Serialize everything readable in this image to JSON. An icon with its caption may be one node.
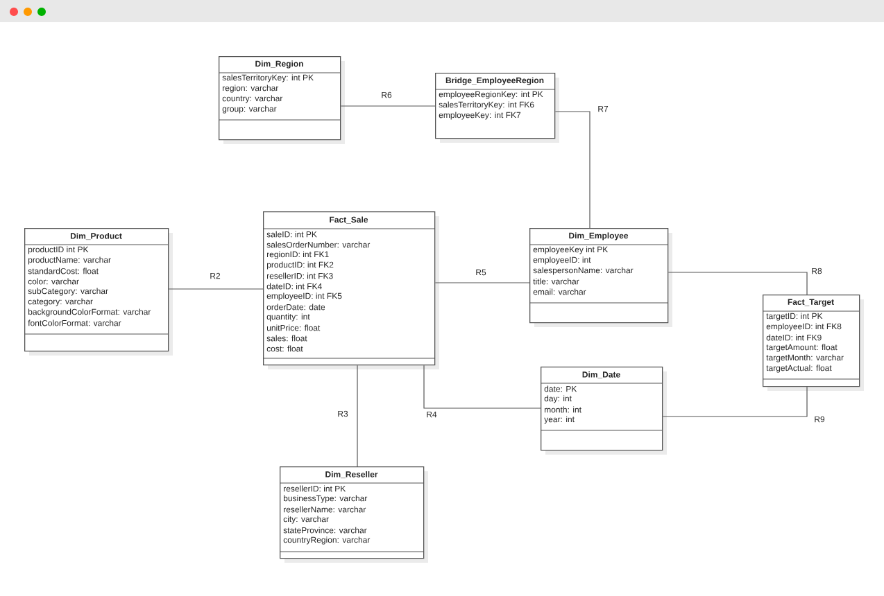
{
  "diagram": {
    "nodes": [
      {
        "text": [
          "Dim_Region",
          "salesTerritoryKey: int PK",
          "region: varchar",
          "country: varchar",
          "group: varchar"
        ]
      },
      {
        "text": [
          "Bridge_EmployeeRegion",
          "employeeRegionKey: int PK",
          "salesTerritoryKey: int FK6",
          "employeeKey: int FK7"
        ]
      },
      {
        "text": [
          "Dim_Product",
          "productID int PK",
          "productName: varchar",
          "standardCost: float",
          "color: varchar",
          "subCategory: varchar",
          "category: varchar",
          "backgroundColorFormat: varchar",
          "fontColorFormat: varchar"
        ]
      },
      {
        "text": [
          "Fact_Sale",
          "saleID: int PK",
          "salesOrderNumber: varchar",
          "regionID: int FK1",
          "productID: int FK2",
          "resellerID: int FK3",
          "dateID: int FK4",
          "employeeID: int FK5",
          "orderDate: date",
          "quantity: int",
          "unitPrice: float",
          "sales: float",
          "cost: float"
        ]
      },
      {
        "text": [
          "Dim_Employee",
          "employeeKey int PK",
          "employeeID: int",
          "salespersonName: varchar",
          "title: varchar",
          "email: varchar"
        ]
      },
      {
        "text": [
          "Fact_Target",
          "targetID: int PK",
          "employeeID: int FK8",
          "dateID: int FK9",
          "targetAmount: float",
          "targetMonth: varchar",
          "targetActual: float"
        ]
      },
      {
        "text": [
          "Dim_Date",
          "date: PK",
          "day: int",
          "month: int",
          "year: int"
        ]
      },
      {
        "text": [
          "Dim_Reseller",
          "resellerID: int PK",
          "businessType: varchar",
          "resellerName: varchar",
          "city: varchar",
          "stateProvince: varchar",
          "countryRegion: varchar"
        ]
      }
    ],
    "edges": [
      {
        "from": 0,
        "to": 1,
        "arrow": "none",
        "label": "R6"
      },
      {
        "from": 1,
        "to": 4,
        "arrow": "none",
        "label": "R7"
      },
      {
        "from": 2,
        "to": 3,
        "arrow": "none",
        "label": "R2"
      },
      {
        "from": 3,
        "to": 4,
        "arrow": "none",
        "label": "R5"
      },
      {
        "from": 4,
        "to": 5,
        "arrow": "none",
        "label": "R8"
      },
      {
        "from": 3,
        "to": 7,
        "arrow": "none",
        "label": "R3"
      },
      {
        "from": 3,
        "to": 6,
        "arrow": "none",
        "label": "R4"
      },
      {
        "from": 6,
        "to": 5,
        "arrow": "none",
        "label": "R9"
      }
    ]
  }
}
